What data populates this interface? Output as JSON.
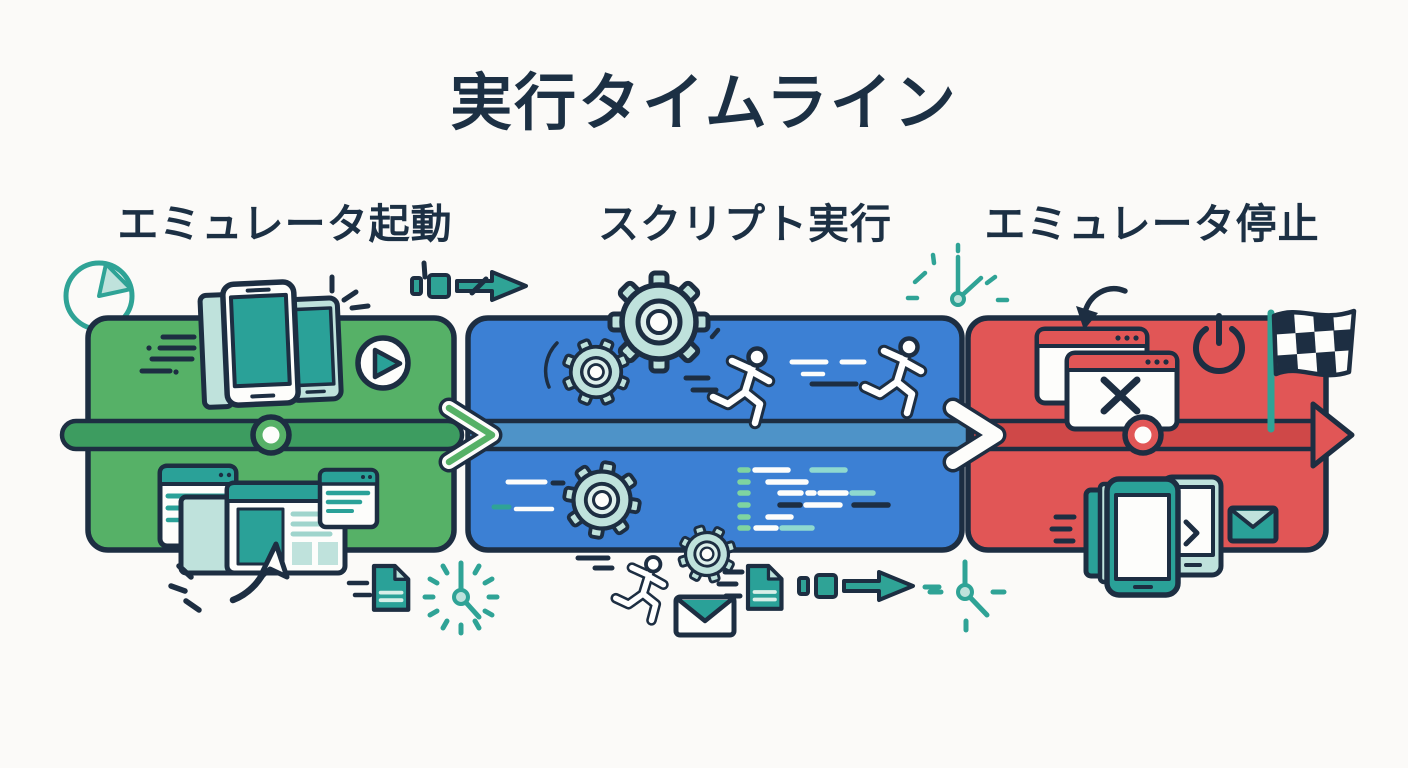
{
  "title": "実行タイムライン",
  "phases": [
    {
      "id": "start",
      "label": "エミュレータ起動",
      "color": "#56b167"
    },
    {
      "id": "run",
      "label": "スクリプト実行",
      "color": "#3c80d4"
    },
    {
      "id": "stop",
      "label": "エミュレータ停止",
      "color": "#e15656"
    }
  ],
  "colors": {
    "background": "#fbfaf8",
    "ink": "#1d2e42",
    "title_ink": "#1c3044",
    "green": "#56b167",
    "green_bar": "#3d9c60",
    "blue": "#3c80d4",
    "blue_bar": "#4e93c8",
    "red": "#e15656",
    "red_bar": "#cf4848",
    "teal": "#2fa396",
    "screen": "#2aa198",
    "light_teal": "#bfe2dc",
    "pale_teal": "#dff0ec",
    "white": "#fdfdfb",
    "code_green": "#7fd4a0",
    "code_teal": "#8fd9cf"
  },
  "icons": {
    "start": [
      "clock-icon",
      "speed-lines",
      "device-stack-icon",
      "spark-lines",
      "play-icon",
      "dashed-arrow-icon",
      "browser-window-icon",
      "main-browser-window-icon",
      "cursor-click-icon",
      "document-icon",
      "dashed-clock-icon"
    ],
    "run": [
      "gear-icon",
      "gear-icon",
      "runner-icon",
      "runner-icon",
      "speed-lines",
      "code-lines",
      "gear-icon",
      "runner-icon",
      "gear-icon",
      "envelope-icon",
      "document-icon",
      "dashed-arrow-icon",
      "minimal-clock-icon",
      "stopwatch-burst-icon"
    ],
    "stop": [
      "curved-arrow-icon",
      "browser-close-icon",
      "power-icon",
      "checkered-flag-icon",
      "device-stack-icon",
      "envelope-icon",
      "speed-lines"
    ]
  },
  "timeline": {
    "node_count": 2,
    "direction": "left-to-right"
  }
}
